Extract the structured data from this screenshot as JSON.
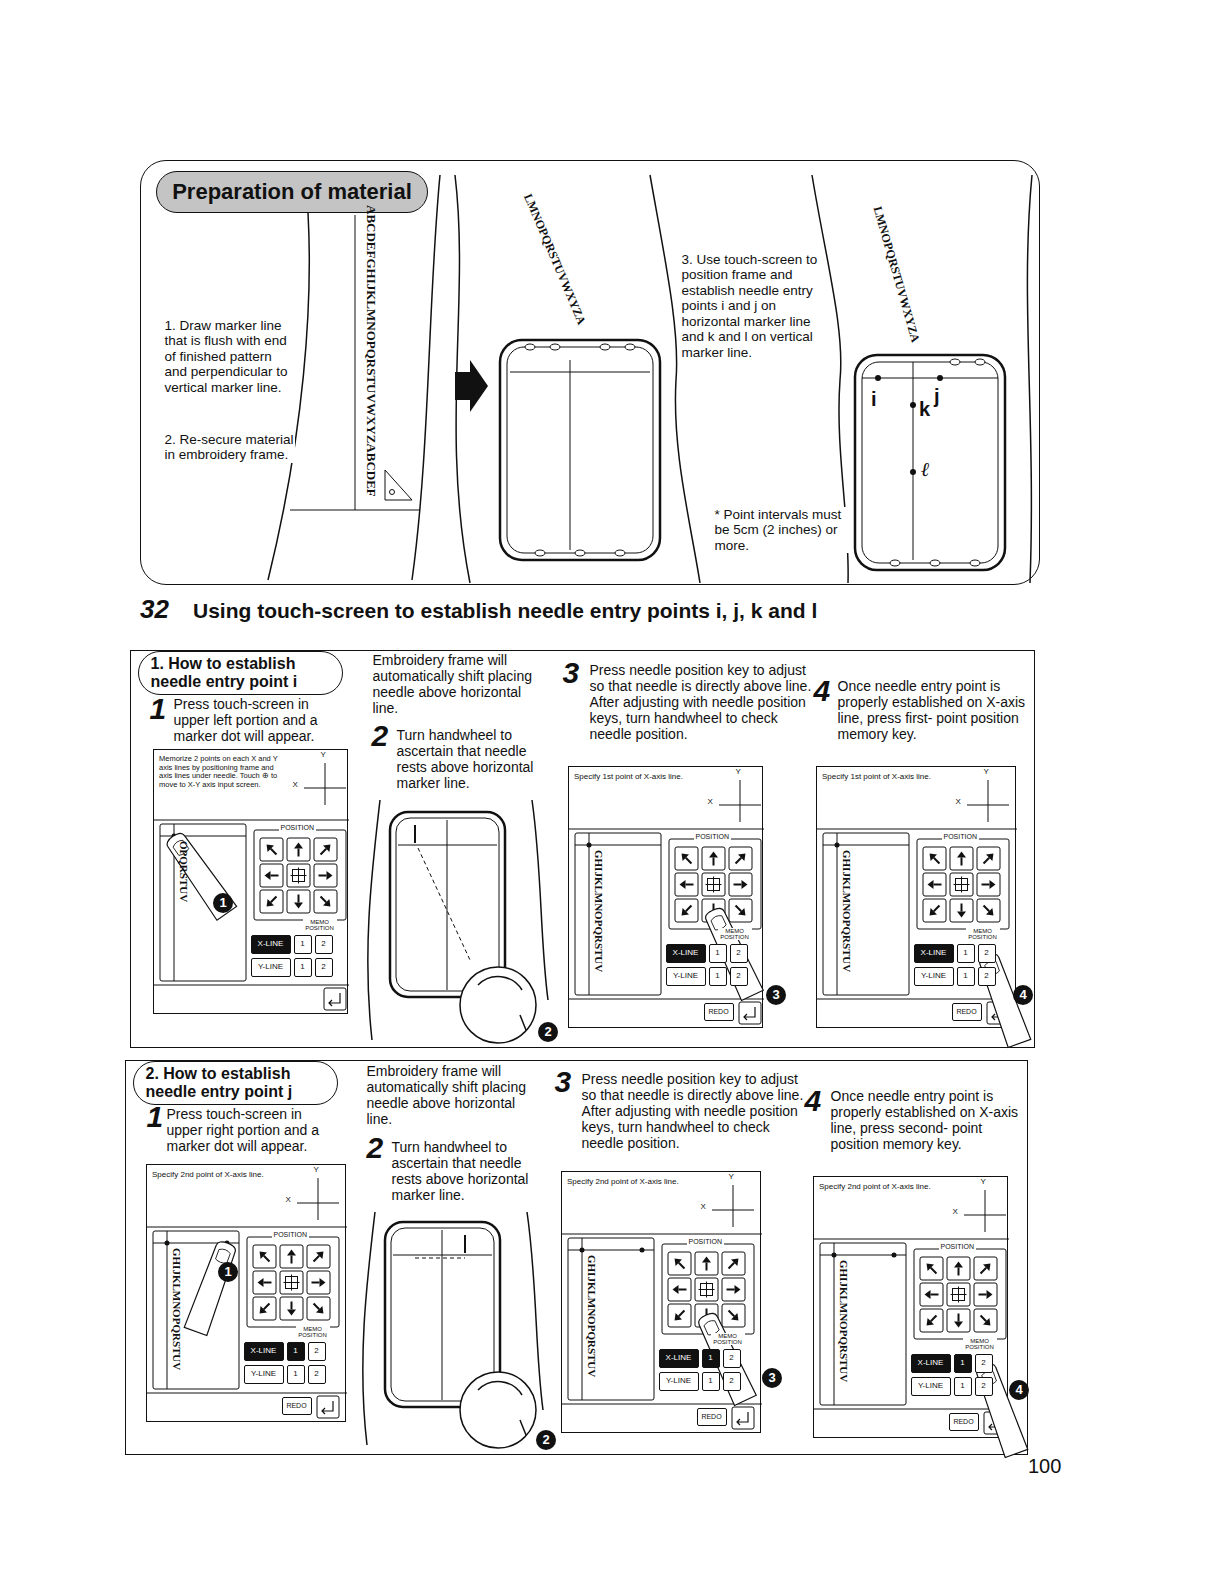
{
  "diagram": {
    "title": "Using touch-screen to establish needle entry points i, j, k and l",
    "nodes": [
      {
        "text": [
          "1. Draw marker line that is flush with end of finished pattern and perpendicular to vertical marker line.",
          "2. Re-secure material in embroidery frame.",
          "3. Use touch-screen to position frame and establish needle entry points i and j on horizontal marker line and k and l on vertical marker line.",
          "* Point intervals must be 5cm (2 inches) or more."
        ]
      },
      {
        "text": [
          "Preparation of material"
        ],
        "in": 0
      },
      {
        "text": [
          "1",
          "Press touch-screen in upper left portion and a marker dot will appear.",
          "Embroidery frame will automatically shift placing needle above horizontal line.",
          "2",
          "Turn handwheel to ascertain that needle rests above horizontal marker line.",
          "3",
          "Press needle position key to adjust so that needle is directly above line. After adjusting with needle position keys, turn handwheel to check needle position.",
          "4",
          "Once needle entry point is properly established on X-axis line, press first- point position memory key."
        ]
      },
      {
        "text": [
          "1. How to establish needle entry point i"
        ],
        "in": 2
      },
      {
        "text": [
          "Memorize 2 points on each X and Y axis lines by positioning frame and axis lines under needle. Touch ⊕ to move to X-Y axis input screen."
        ],
        "in": 2
      },
      {
        "text": [
          "X-LINE"
        ],
        "in": 4
      },
      {
        "text": [
          "1"
        ],
        "in": 4
      },
      {
        "text": [
          "2"
        ],
        "in": 4
      },
      {
        "text": [
          "Y-LINE"
        ],
        "in": 4
      },
      {
        "text": [
          "1"
        ],
        "in": 4
      },
      {
        "text": [
          "2"
        ],
        "in": 4
      },
      {
        "text": [
          "Specify 1st point of X-axis line."
        ],
        "in": 2
      },
      {
        "text": [
          "X-LINE"
        ],
        "in": 11
      },
      {
        "text": [
          "1"
        ],
        "in": 11
      },
      {
        "text": [
          "2"
        ],
        "in": 11
      },
      {
        "text": [
          "Y-LINE"
        ],
        "in": 11
      },
      {
        "text": [
          "1"
        ],
        "in": 11
      },
      {
        "text": [
          "2"
        ],
        "in": 11
      },
      {
        "text": [
          "REDO"
        ],
        "in": 11
      },
      {
        "text": [
          "Specify 1st point of X-axis line."
        ],
        "in": 2
      },
      {
        "text": [
          "X-LINE"
        ],
        "in": 19
      },
      {
        "text": [
          "1"
        ],
        "in": 19
      },
      {
        "text": [
          "2"
        ],
        "in": 19
      },
      {
        "text": [
          "Y-LINE"
        ],
        "in": 19
      },
      {
        "text": [
          "1"
        ],
        "in": 19
      },
      {
        "text": [
          "2"
        ],
        "in": 19
      },
      {
        "text": [
          "REDO"
        ],
        "in": 19
      },
      {
        "text": [
          "1",
          "Press touch-screen in upper right portion and a marker dot will appear.",
          "Embroidery frame will automatically shift placing needle above horizontal line.",
          "2",
          "Turn handwheel to ascertain that needle rests above horizontal marker line.",
          "3",
          "Press needle position key to adjust so that needle is directly above line. After adjusting with needle position keys, turn handwheel to check needle position.",
          "4",
          "Once needle entry point is properly established on X-axis line, press second- point position memory key."
        ]
      },
      {
        "text": [
          "2. How to establish needle entry point j"
        ],
        "in": 27
      },
      {
        "text": [
          "Specify 2nd point of X-axis line."
        ],
        "in": 27
      },
      {
        "text": [
          "X-LINE"
        ],
        "in": 29
      },
      {
        "text": [
          "1"
        ],
        "in": 29
      },
      {
        "text": [
          "2"
        ],
        "in": 29
      },
      {
        "text": [
          "Y-LINE"
        ],
        "in": 29
      },
      {
        "text": [
          "1"
        ],
        "in": 29
      },
      {
        "text": [
          "2"
        ],
        "in": 29
      },
      {
        "text": [
          "REDO"
        ],
        "in": 29
      },
      {
        "text": [
          "Specify 2nd point of X-axis line."
        ],
        "in": 27
      },
      {
        "text": [
          "X-LINE"
        ],
        "in": 37
      },
      {
        "text": [
          "1"
        ],
        "in": 37
      },
      {
        "text": [
          "2"
        ],
        "in": 37
      },
      {
        "text": [
          "Y-LINE"
        ],
        "in": 37
      },
      {
        "text": [
          "1"
        ],
        "in": 37
      },
      {
        "text": [
          "2"
        ],
        "in": 37
      },
      {
        "text": [
          "REDO"
        ],
        "in": 37
      },
      {
        "text": [
          "Specify 2nd point of X-axis line."
        ],
        "in": 27
      },
      {
        "text": [
          "X-LINE"
        ],
        "in": 45
      },
      {
        "text": [
          "1"
        ],
        "in": 45
      },
      {
        "text": [
          "2"
        ],
        "in": 45
      },
      {
        "text": [
          "Y-LINE"
        ],
        "in": 45
      },
      {
        "text": [
          "1"
        ],
        "in": 45
      },
      {
        "text": [
          "2"
        ],
        "in": 45
      },
      {
        "text": [
          "REDO"
        ],
        "in": 45
      }
    ],
    "labels": [
      "ABCDEFGHIJKLMNOPQRSTUVWXYZABCDEF",
      "LMNOPQRSTUVWXYZA",
      "LMNOPQRSTUVWXYZA",
      "i",
      "j",
      "k",
      "ℓ",
      "32",
      "Y",
      "X",
      "POSITION",
      "MEMO POSITION",
      "OPQRSTUV",
      "1",
      "2",
      "Y",
      "X",
      "POSITION",
      "MEMO POSITION",
      "GHIJKLMNOPQRSTUV",
      "3",
      "Y",
      "X",
      "POSITION",
      "MEMO POSITION",
      "GHIJKLMNOPQRSTUV",
      "4",
      "Y",
      "X",
      "POSITION",
      "MEMO POSITION",
      "GHIJKLMNOPQRSTUV",
      "1",
      "2",
      "Y",
      "X",
      "POSITION",
      "MEMO POSITION",
      "GHIJKLMNOPQRSTUV",
      "3",
      "Y",
      "X",
      "POSITION",
      "MEMO POSITION",
      "GHIJKLMNOPQRSTUV",
      "4",
      "100"
    ]
  }
}
